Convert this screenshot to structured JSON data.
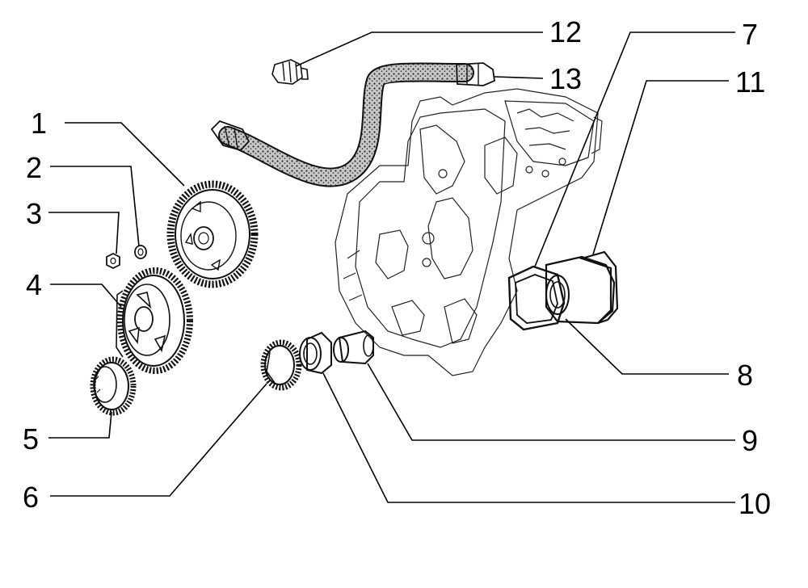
{
  "diagram": {
    "callouts": [
      {
        "id": "1",
        "label": "1"
      },
      {
        "id": "2",
        "label": "2"
      },
      {
        "id": "3",
        "label": "3"
      },
      {
        "id": "4",
        "label": "4"
      },
      {
        "id": "5",
        "label": "5"
      },
      {
        "id": "6",
        "label": "6"
      },
      {
        "id": "7",
        "label": "7"
      },
      {
        "id": "8",
        "label": "8"
      },
      {
        "id": "9",
        "label": "9"
      },
      {
        "id": "10",
        "label": "10"
      },
      {
        "id": "11",
        "label": "11"
      },
      {
        "id": "12",
        "label": "12"
      },
      {
        "id": "13",
        "label": "13"
      }
    ],
    "colors": {
      "ink": "#000000",
      "background": "#ffffff",
      "hose_fill": "#9a9a9a"
    }
  }
}
